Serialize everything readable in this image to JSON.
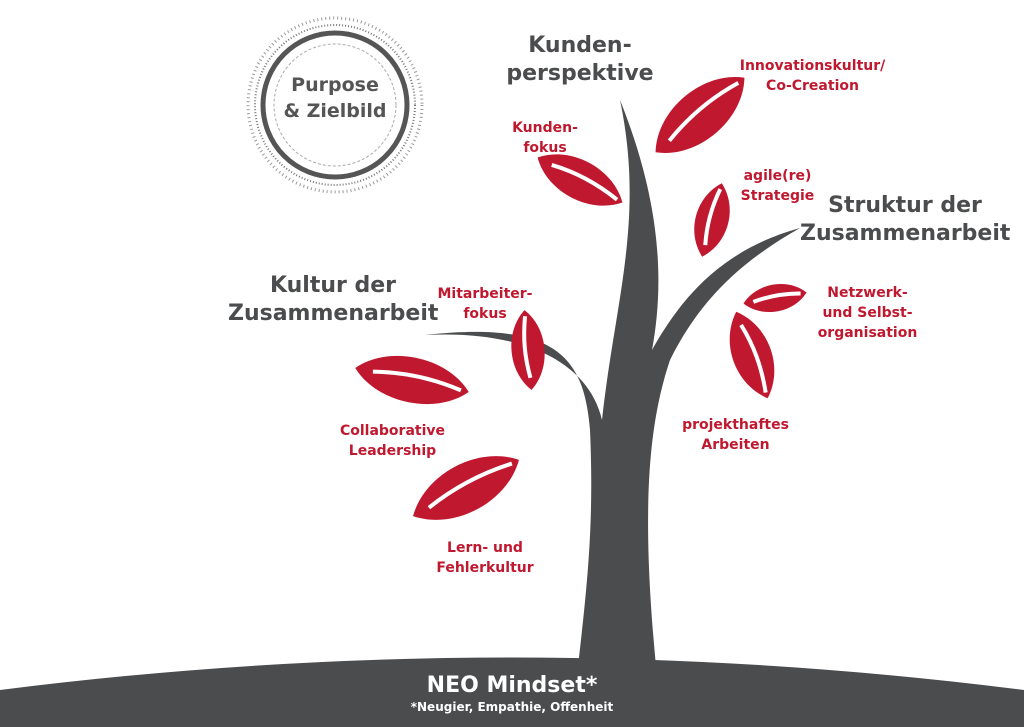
{
  "colors": {
    "trunk": "#4a4c4e",
    "leaf": "#c0182f",
    "leaf_vein": "#ffffff",
    "badge_ring": "#555555"
  },
  "badge": {
    "text": "Purpose\n& Zielbild"
  },
  "branches": {
    "kunden": "Kunden-\nperspektive",
    "struktur": "Struktur der\nZusammenarbeit",
    "kultur": "Kultur der\nZusammenarbeit"
  },
  "leaves": {
    "innovation": "Innovationskultur/\nCo-Creation",
    "kundenfokus": "Kunden-\nfokus",
    "agile": "agile(re)\nStrategie",
    "netzwerk": "Netzwerk-\nund Selbst-\norganisation",
    "mitarbeiter": "Mitarbeiter-\nfokus",
    "collab": "Collaborative\nLeadership",
    "projekt": "projekthaftes\nArbeiten",
    "lern": "Lern- und\nFehlerkultur"
  },
  "base": {
    "title": "NEO Mindset*",
    "subtitle": "*Neugier, Empathie, Offenheit"
  }
}
